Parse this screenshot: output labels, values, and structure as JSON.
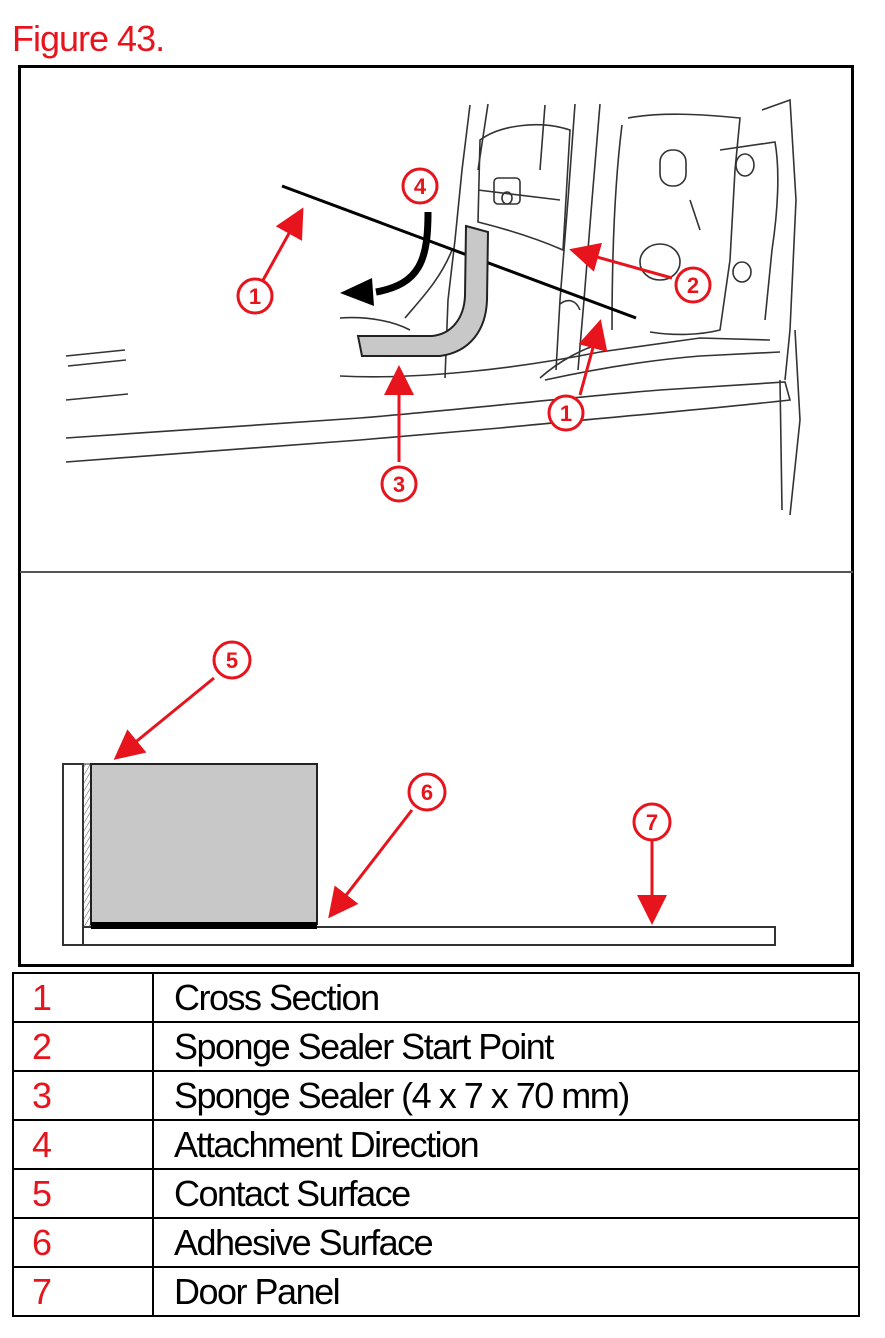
{
  "figure": {
    "title": "Figure 43."
  },
  "callouts": {
    "c1a": "1",
    "c1b": "1",
    "c2": "2",
    "c3": "3",
    "c4": "4",
    "c5": "5",
    "c6": "6",
    "c7": "7"
  },
  "legend": [
    {
      "num": "1",
      "label": "Cross Section"
    },
    {
      "num": "2",
      "label": "Sponge Sealer Start Point"
    },
    {
      "num": "3",
      "label": "Sponge Sealer (4 x 7 x 70 mm)"
    },
    {
      "num": "4",
      "label": "Attachment Direction"
    },
    {
      "num": "5",
      "label": "Contact Surface"
    },
    {
      "num": "6",
      "label": "Adhesive Surface"
    },
    {
      "num": "7",
      "label": "Door Panel"
    }
  ],
  "colors": {
    "callout": "#e8141d",
    "sealer": "#c8c8c8",
    "ink": "#000000"
  }
}
